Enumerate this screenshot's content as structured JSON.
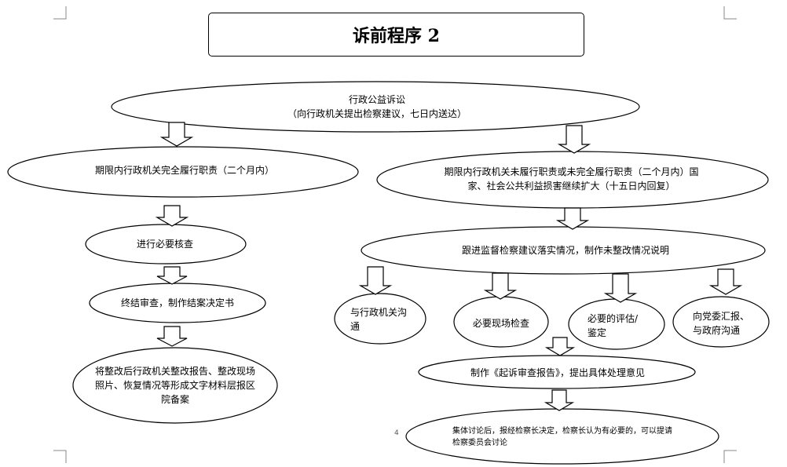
{
  "title": "诉前程序 2",
  "page_number": "4",
  "nodes": {
    "root": {
      "line1": "行政公益诉讼",
      "line2": "（向行政机关提出检察建议，七日内送达）"
    },
    "left_fulfill": "期限内行政机关完全履行职责（二个月内）",
    "left_check": "进行必要核查",
    "left_decision": "终结审查，制作结案决定书",
    "left_report": "将整改后行政机关整改报告、整改现场照片、恢复情况等形成文字材料层报区院备案",
    "right_unfulfill": "期限内行政机关未履行职责或未完全履行职责（二个月内）国家、社会公共利益损害继续扩大（十五日内回复）",
    "right_follow": "跟进监督检察建议落实情况，制作未整改情况说明",
    "branch_communicate": "与行政机关沟通",
    "branch_inspect": "必要现场检查",
    "branch_assess": "必要的评估/鉴定",
    "branch_report": "向党委汇报、与政府沟通",
    "prosecution_report": "制作《起诉审查报告》，提出具体处理意见",
    "final": "集体讨论后，报经检察长决定，检察长认为有必要的，可以提请检察委员会讨论"
  }
}
